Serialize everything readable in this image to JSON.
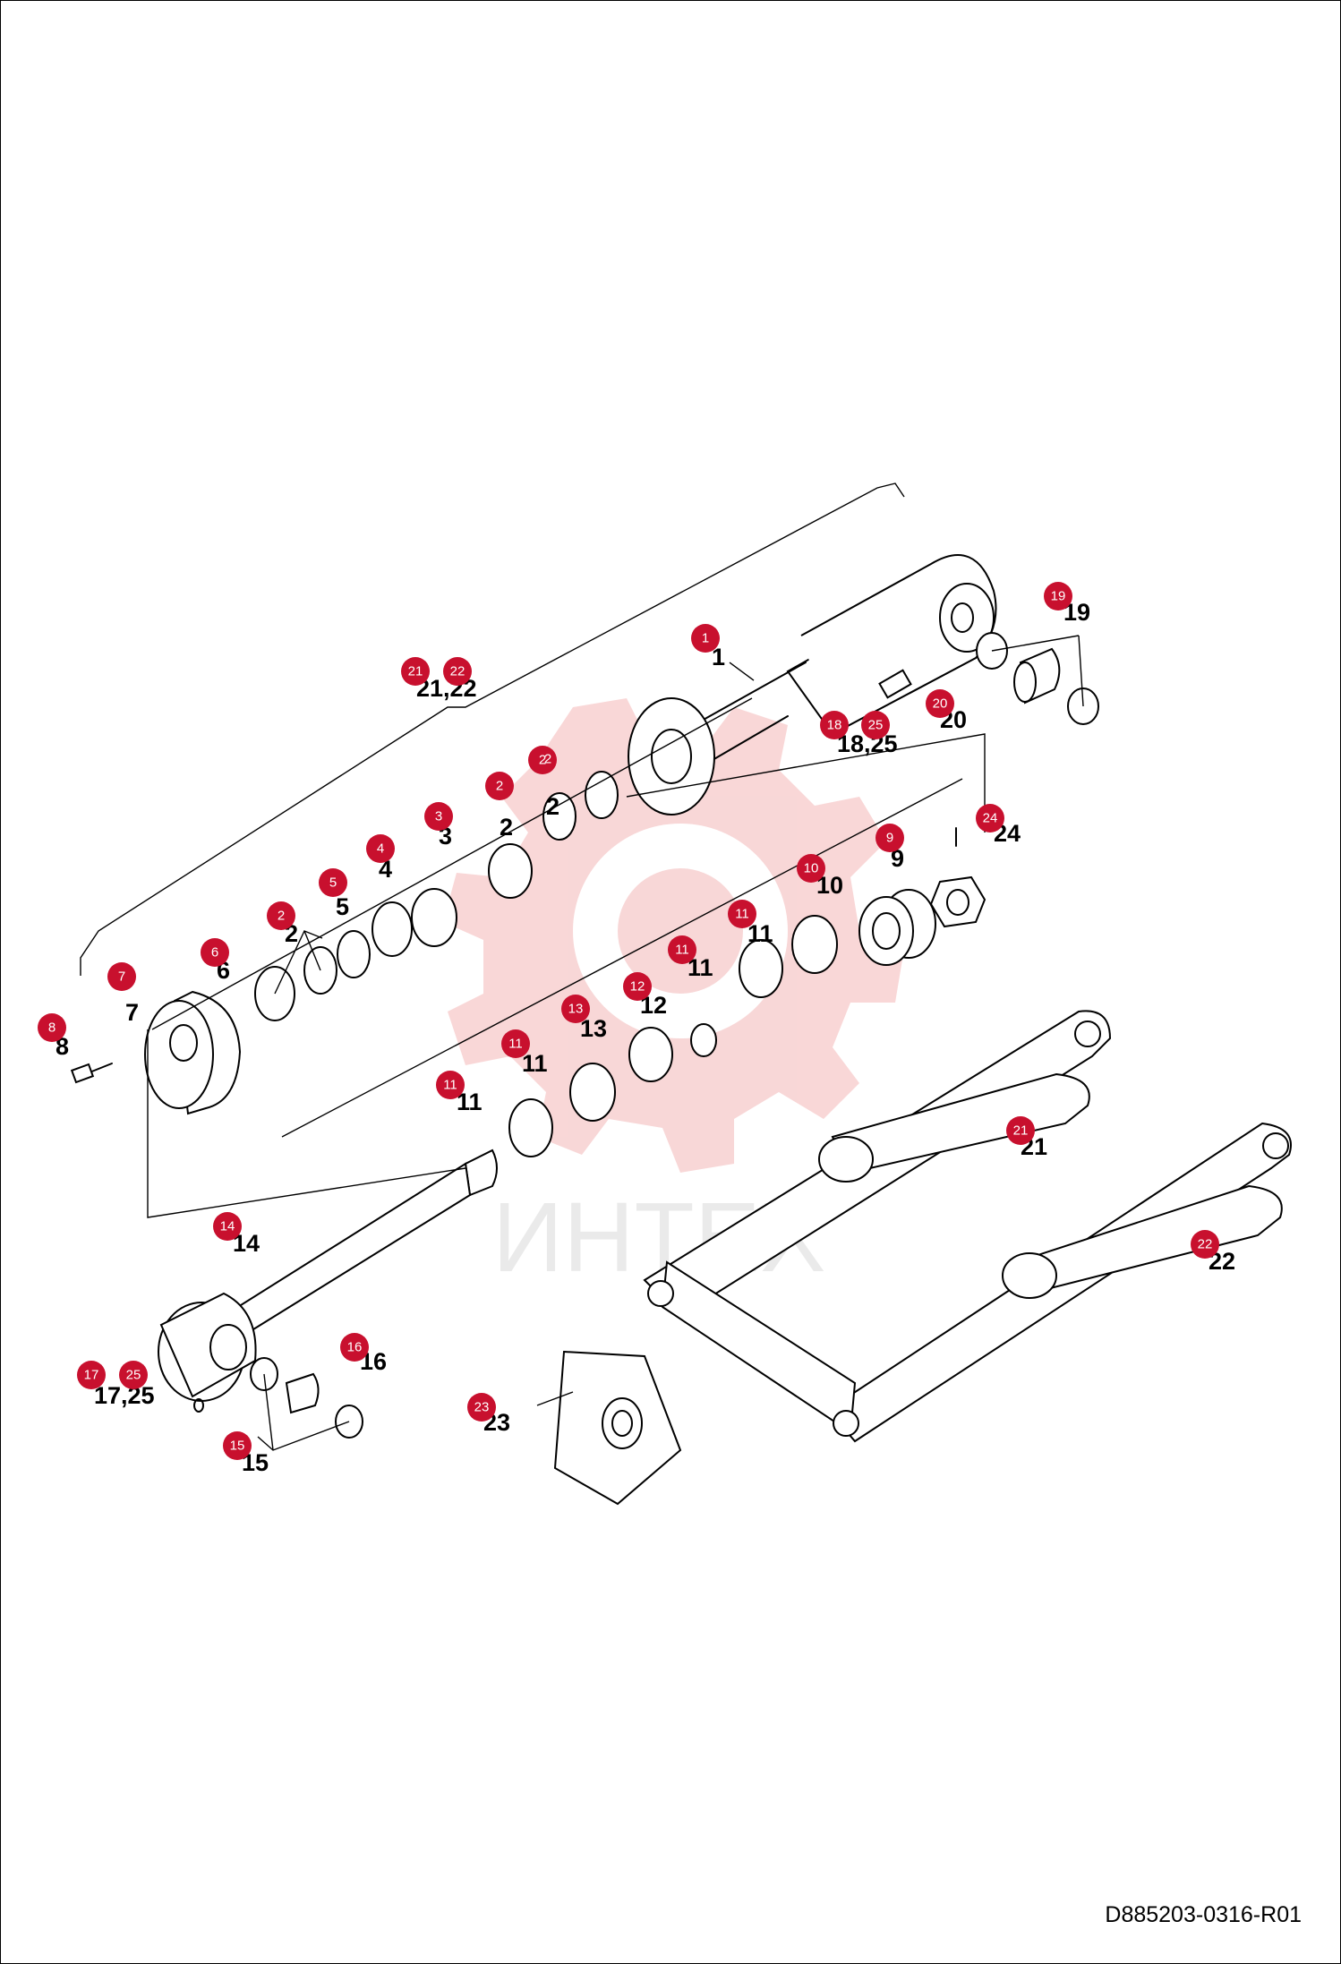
{
  "document_id": "D885203-0316-R01",
  "watermark_text": "ИНТЕХ",
  "colors": {
    "badge_fill": "#c8102e",
    "watermark": "#f4b7b7",
    "lines": "#000000"
  },
  "callouts": [
    {
      "id": "1",
      "label": "1"
    },
    {
      "id": "2a",
      "label": "2"
    },
    {
      "id": "2b",
      "label": "2"
    },
    {
      "id": "2c",
      "label": "2"
    },
    {
      "id": "3",
      "label": "3"
    },
    {
      "id": "4",
      "label": "4"
    },
    {
      "id": "5",
      "label": "5"
    },
    {
      "id": "6",
      "label": "6"
    },
    {
      "id": "7",
      "label": "7"
    },
    {
      "id": "8",
      "label": "8"
    },
    {
      "id": "9",
      "label": "9"
    },
    {
      "id": "10",
      "label": "10"
    },
    {
      "id": "11a",
      "label": "11"
    },
    {
      "id": "11b",
      "label": "11"
    },
    {
      "id": "11c",
      "label": "11"
    },
    {
      "id": "11d",
      "label": "11"
    },
    {
      "id": "12",
      "label": "12"
    },
    {
      "id": "13",
      "label": "13"
    },
    {
      "id": "14",
      "label": "14"
    },
    {
      "id": "15",
      "label": "15"
    },
    {
      "id": "16",
      "label": "16"
    },
    {
      "id": "17",
      "label": "17,25"
    },
    {
      "id": "18",
      "label": "18,25"
    },
    {
      "id": "19",
      "label": "19"
    },
    {
      "id": "20",
      "label": "20"
    },
    {
      "id": "21",
      "label": "21"
    },
    {
      "id": "2122",
      "label": "21,22"
    },
    {
      "id": "22",
      "label": "22"
    },
    {
      "id": "23",
      "label": "23"
    },
    {
      "id": "24",
      "label": "24"
    }
  ],
  "badges": [
    "1",
    "2",
    "2",
    "2",
    "2",
    "3",
    "4",
    "5",
    "6",
    "7",
    "8",
    "9",
    "10",
    "11",
    "11",
    "11",
    "11",
    "12",
    "13",
    "14",
    "15",
    "16",
    "17",
    "25",
    "18",
    "25",
    "19",
    "20",
    "21",
    "22",
    "21",
    "22",
    "23",
    "24"
  ]
}
